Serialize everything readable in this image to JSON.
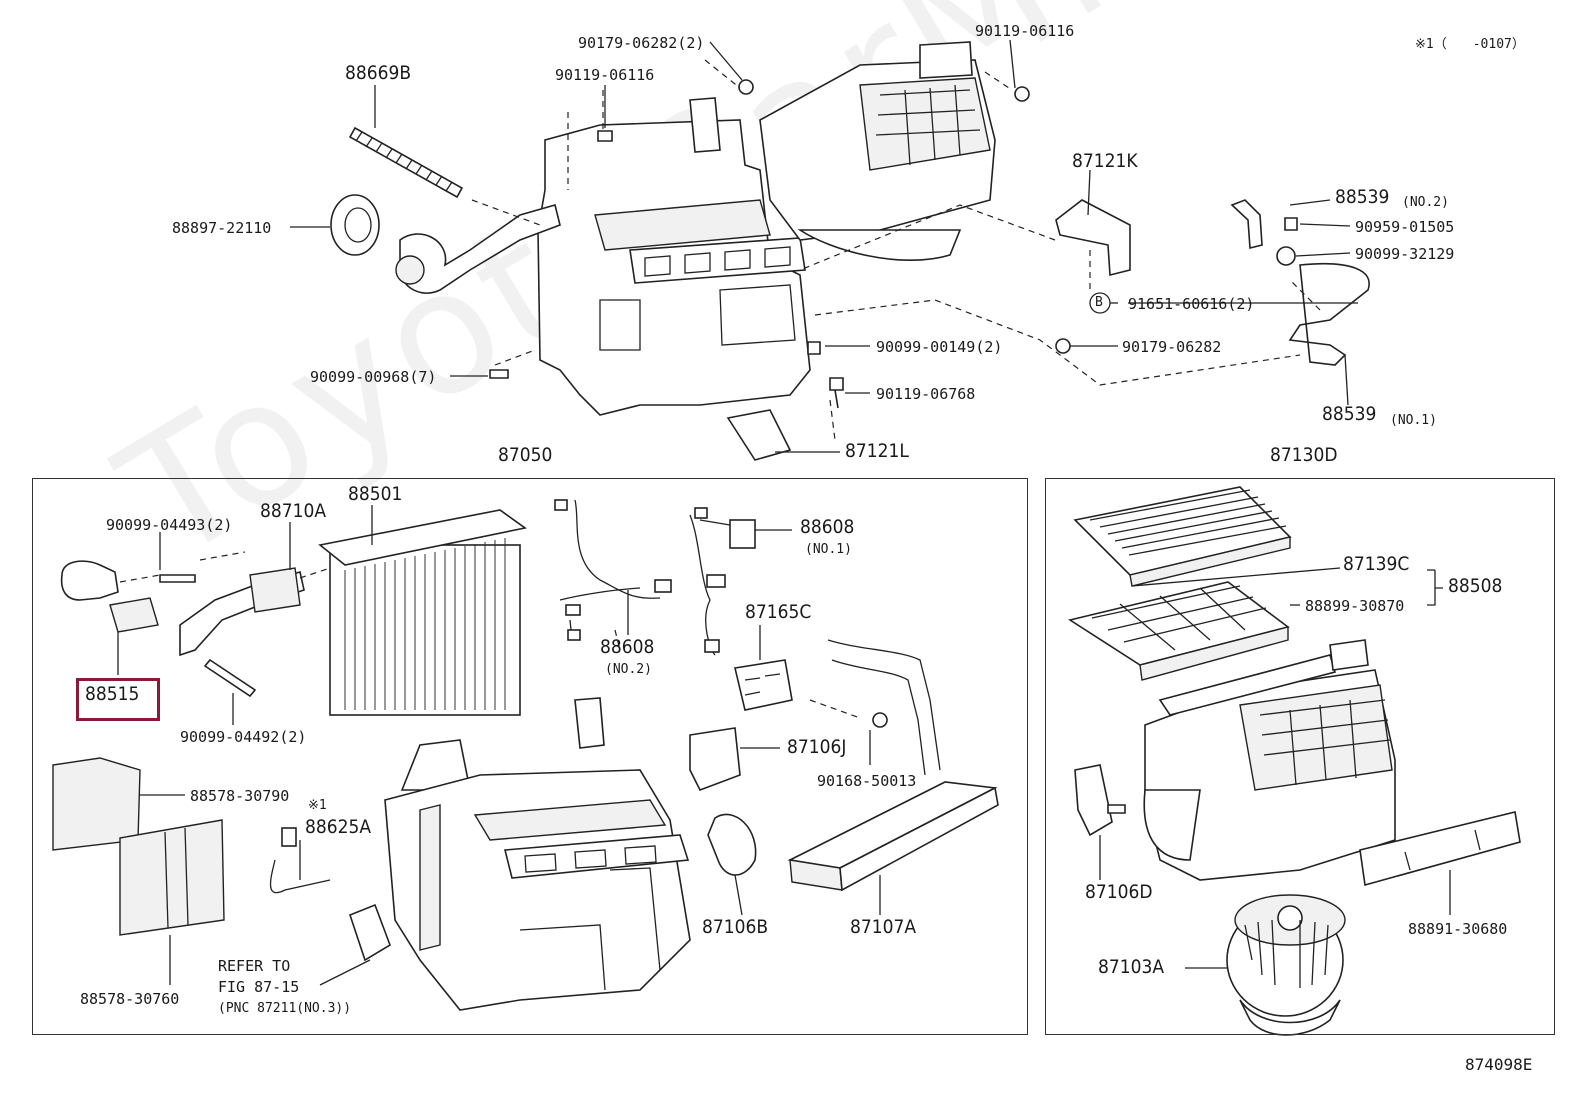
{
  "diagram": {
    "watermark": "ToyotaCarMirror.ru",
    "footnote_top_right": "※1（　　-0107）",
    "figure_id": "874098E",
    "boxes": {
      "left_assembly": "87050",
      "right_assembly": "87130D"
    },
    "highlighted_part": "88515",
    "labels": {
      "p88669B": "88669B",
      "p90179_06282_2": "90179-06282(2)",
      "p90119_06116_a": "90119-06116",
      "p90119_06116_b": "90119-06116",
      "p88897_22110": "88897-22110",
      "p87121K": "87121K",
      "p88539_no2": "88539",
      "p88539_no2_sub": "(NO.2)",
      "p90959_01505": "90959-01505",
      "p90099_32129": "90099-32129",
      "p91651_60616": "91651-60616(2)",
      "b_marker": "B",
      "p90099_00149": "90099-00149(2)",
      "p90179_06282": "90179-06282",
      "p90099_00968": "90099-00968(7)",
      "p90119_06768": "90119-06768",
      "p88539_no1": "88539",
      "p88539_no1_sub": "(NO.1)",
      "p87121L": "87121L",
      "p90099_04493": "90099-04493(2)",
      "p88710A": "88710A",
      "p88501": "88501",
      "p88608_no1": "88608",
      "p88608_no1_sub": "(NO.1)",
      "p88608_no2": "88608",
      "p88608_no2_sub": "(NO.2)",
      "p87165C": "87165C",
      "p88515": "88515",
      "p90099_04492": "90099-04492(2)",
      "p87106J": "87106J",
      "p90168_50013": "90168-50013",
      "p88578_30790": "88578-30790",
      "p88625A_note": "※1",
      "p88625A": "88625A",
      "p88578_30760": "88578-30760",
      "refer_line1": "REFER TO",
      "refer_line2": "FIG 87-15",
      "refer_line3": "(PNC 87211(NO.3))",
      "p87106B": "87106B",
      "p87107A": "87107A",
      "p87139C": "87139C",
      "p88508": "88508",
      "p88899_30870": "88899-30870",
      "p87106D": "87106D",
      "p88891_30680": "88891-30680",
      "p87103A": "87103A"
    }
  }
}
